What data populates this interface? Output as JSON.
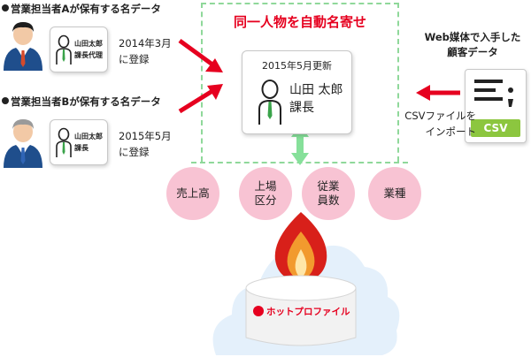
{
  "headline": "同一人物を自動名寄せ",
  "person_a": {
    "title": "営業担当者Aが保有する名データ",
    "card_name": "山田太郎",
    "card_position": "課長代理",
    "note_line1": "2014年3月",
    "note_line2": "に登録"
  },
  "person_b": {
    "title": "営業担当者Bが保有する名データ",
    "card_name": "山田太郎",
    "card_position": "課長",
    "note_line1": "2015年5月",
    "note_line2": "に登録"
  },
  "merged_card": {
    "updated": "2015年5月更新",
    "name": "山田 太郎",
    "position": "課長"
  },
  "web": {
    "label_line1": "Web媒体で入手した",
    "label_line2": "顧客データ",
    "csv_badge": "CSV",
    "import_line1": "CSVファイルを",
    "import_line2": "インポート"
  },
  "attributes": [
    {
      "line1": "売上高",
      "line2": ""
    },
    {
      "line1": "上場",
      "line2": "区分"
    },
    {
      "line1": "従業",
      "line2": "員数"
    },
    {
      "line1": "業種",
      "line2": ""
    }
  ],
  "product": {
    "logo_text": "ホットプロファイル"
  },
  "colors": {
    "accent_red": "#e6001f",
    "dash_green": "#8fd89a",
    "arrow_green": "#86e09a",
    "circle_pink": "#f8c3d3",
    "cloud_blue": "#e4f0fb",
    "csv_green": "#8cc63f"
  }
}
